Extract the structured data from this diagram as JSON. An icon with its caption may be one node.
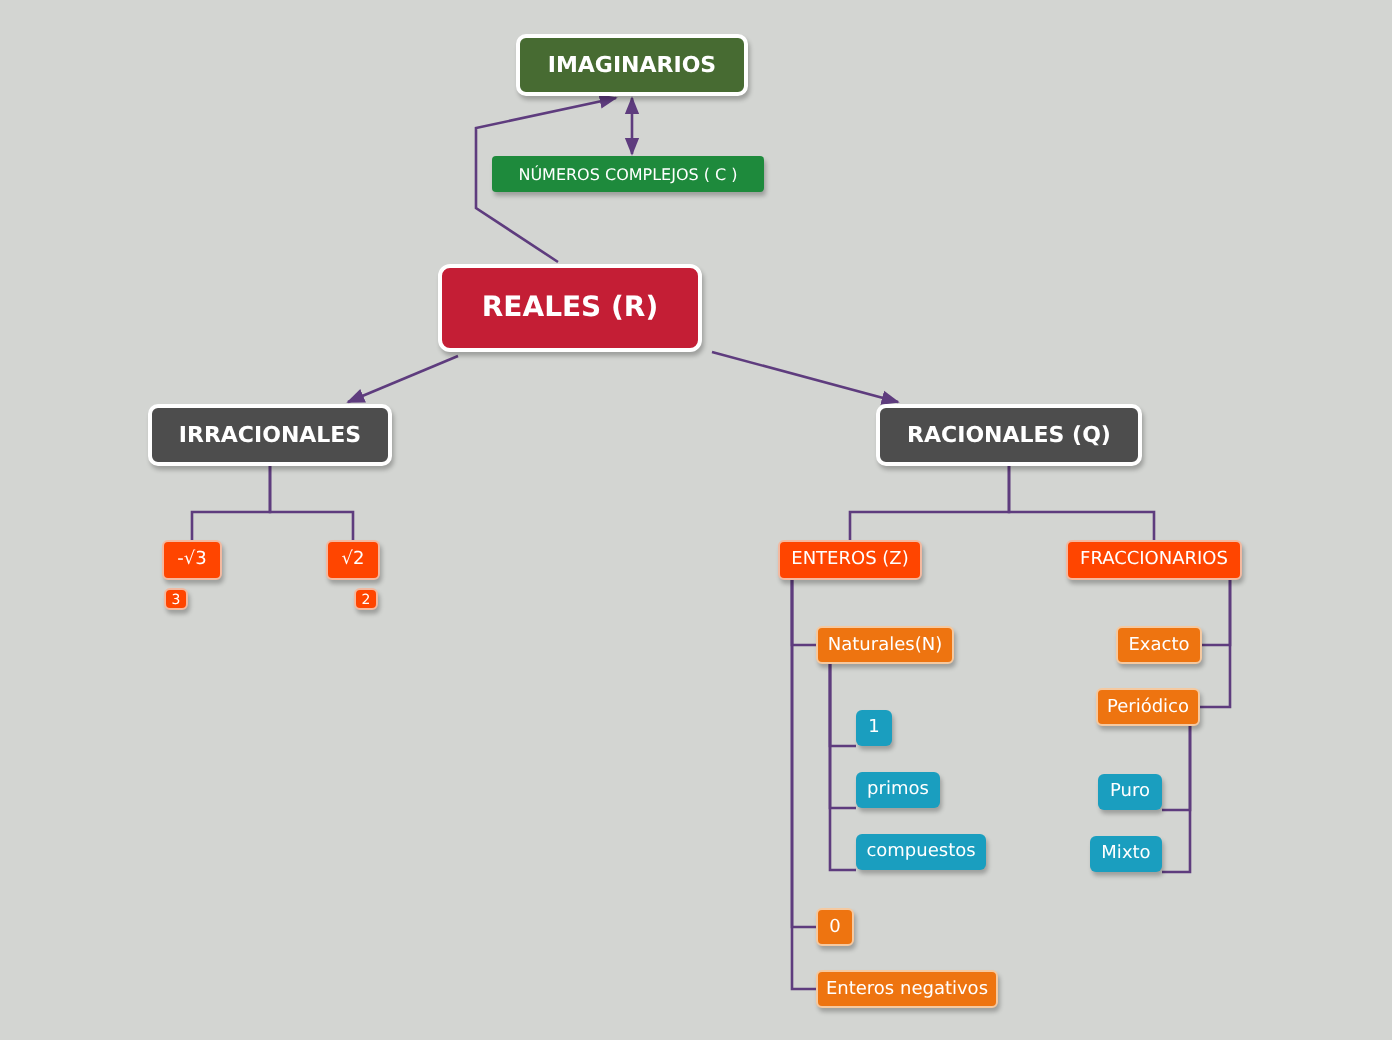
{
  "diagram": {
    "nodes": [
      {
        "text": [
          "IMAGINARIOS"
        ]
      },
      {
        "text": [
          "NÚMEROS COMPLEJOS ( C )"
        ]
      },
      {
        "text": [
          "REALES  (R)"
        ]
      },
      {
        "text": [
          "IRRACIONALES"
        ]
      },
      {
        "text": [
          "RACIONALES (Q)"
        ]
      },
      {
        "text": [
          "-√3"
        ]
      },
      {
        "text": [
          "√2"
        ]
      },
      {
        "text": [
          "3"
        ]
      },
      {
        "text": [
          "2"
        ]
      },
      {
        "text": [
          "ENTEROS (Z)"
        ]
      },
      {
        "text": [
          "FRACCIONARIOS"
        ]
      },
      {
        "text": [
          "Naturales(N)"
        ]
      },
      {
        "text": [
          "1"
        ]
      },
      {
        "text": [
          "primos"
        ]
      },
      {
        "text": [
          "compuestos"
        ]
      },
      {
        "text": [
          "0"
        ]
      },
      {
        "text": [
          "Enteros negativos"
        ]
      },
      {
        "text": [
          "Exacto"
        ]
      },
      {
        "text": [
          "Periódico"
        ]
      },
      {
        "text": [
          "Puro"
        ]
      },
      {
        "text": [
          "Mixto"
        ]
      }
    ],
    "edges": [
      {
        "from": 2,
        "to": 0,
        "arrow": "to"
      },
      {
        "from": 0,
        "to": 1,
        "arrow": "both"
      },
      {
        "from": 2,
        "to": 3,
        "arrow": "to"
      },
      {
        "from": 2,
        "to": 4,
        "arrow": "to"
      },
      {
        "from": 3,
        "to": 5,
        "arrow": "none"
      },
      {
        "from": 3,
        "to": 6,
        "arrow": "none"
      },
      {
        "from": 4,
        "to": 9,
        "arrow": "none"
      },
      {
        "from": 4,
        "to": 10,
        "arrow": "none"
      },
      {
        "from": 9,
        "to": 11,
        "arrow": "none"
      },
      {
        "from": 9,
        "to": 15,
        "arrow": "none"
      },
      {
        "from": 9,
        "to": 16,
        "arrow": "none"
      },
      {
        "from": 11,
        "to": 12,
        "arrow": "none"
      },
      {
        "from": 11,
        "to": 13,
        "arrow": "none"
      },
      {
        "from": 11,
        "to": 14,
        "arrow": "none"
      },
      {
        "from": 10,
        "to": 17,
        "arrow": "none"
      },
      {
        "from": 10,
        "to": 18,
        "arrow": "none"
      },
      {
        "from": 18,
        "to": 19,
        "arrow": "none"
      },
      {
        "from": 18,
        "to": 20,
        "arrow": "none"
      }
    ]
  }
}
